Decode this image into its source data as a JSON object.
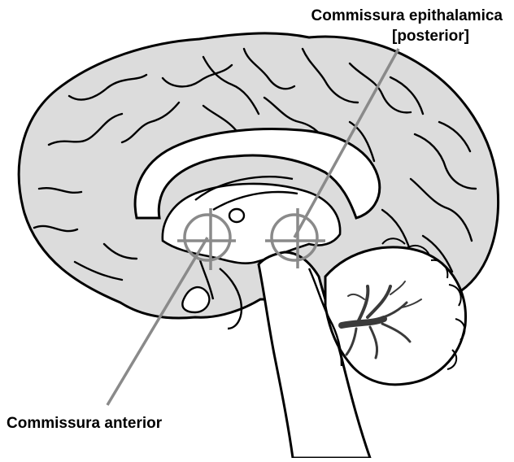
{
  "labels": {
    "posterior_commissure_line1": "Commissura epithalamica",
    "posterior_commissure_line2": "[posterior]",
    "anterior_commissure": "Commissura anterior"
  },
  "colors": {
    "cortex_fill": "#dcdcdc",
    "outline": "#000000",
    "marker": "#8a8a8a",
    "arbor_vitae": "#3a3a3a",
    "background": "#ffffff"
  }
}
